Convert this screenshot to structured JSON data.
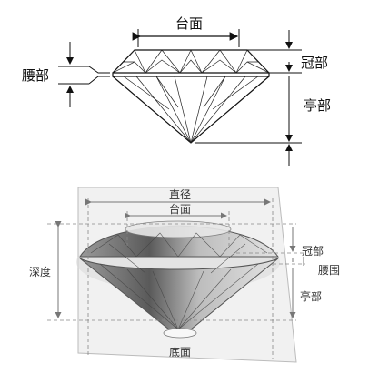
{
  "top_diagram": {
    "table_label": "台面",
    "girdle_label": "腰部",
    "crown_label": "冠部",
    "pavilion_label": "亭部"
  },
  "bottom_diagram": {
    "diameter_label": "直径",
    "table_label": "台面",
    "depth_label": "深度",
    "crown_label": "冠部",
    "girdle_label": "腰围",
    "pavilion_label": "亭部",
    "culet_label": "底面"
  },
  "colors": {
    "line": "#111111",
    "panel": "#f1f1f1",
    "shadow": "#cfcfcf"
  }
}
